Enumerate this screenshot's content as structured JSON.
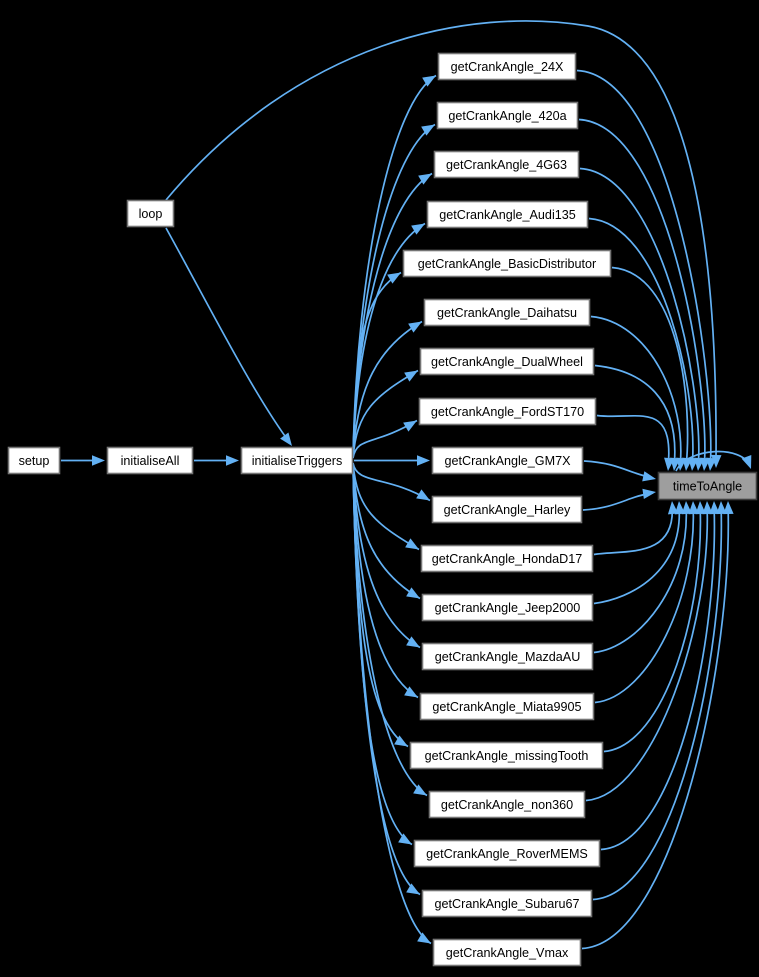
{
  "graph": {
    "kind": "doxygen-call-graph",
    "colors": {
      "background": "#000000",
      "edge": "#63B1F4",
      "node_fill": "#FFFFFF",
      "node_border": "#747474",
      "current_fill": "#9E9E9E",
      "current_border": "#3F3F3F",
      "text": "#000000"
    },
    "nodes": [
      {
        "id": "setup",
        "label": "setup",
        "kind": "normal"
      },
      {
        "id": "loop",
        "label": "loop",
        "kind": "normal"
      },
      {
        "id": "initialiseAll",
        "label": "initialiseAll",
        "kind": "normal"
      },
      {
        "id": "initialiseTriggers",
        "label": "initialiseTriggers",
        "kind": "normal"
      },
      {
        "id": "getCrankAngle_24X",
        "label": "getCrankAngle_24X",
        "kind": "normal"
      },
      {
        "id": "getCrankAngle_420a",
        "label": "getCrankAngle_420a",
        "kind": "normal"
      },
      {
        "id": "getCrankAngle_4G63",
        "label": "getCrankAngle_4G63",
        "kind": "normal"
      },
      {
        "id": "getCrankAngle_Audi135",
        "label": "getCrankAngle_Audi135",
        "kind": "normal"
      },
      {
        "id": "getCrankAngle_BasicDistributor",
        "label": "getCrankAngle_BasicDistributor",
        "kind": "normal"
      },
      {
        "id": "getCrankAngle_Daihatsu",
        "label": "getCrankAngle_Daihatsu",
        "kind": "normal"
      },
      {
        "id": "getCrankAngle_DualWheel",
        "label": "getCrankAngle_DualWheel",
        "kind": "normal"
      },
      {
        "id": "getCrankAngle_FordST170",
        "label": "getCrankAngle_FordST170",
        "kind": "normal"
      },
      {
        "id": "getCrankAngle_GM7X",
        "label": "getCrankAngle_GM7X",
        "kind": "normal"
      },
      {
        "id": "getCrankAngle_Harley",
        "label": "getCrankAngle_Harley",
        "kind": "normal"
      },
      {
        "id": "getCrankAngle_HondaD17",
        "label": "getCrankAngle_HondaD17",
        "kind": "normal"
      },
      {
        "id": "getCrankAngle_Jeep2000",
        "label": "getCrankAngle_Jeep2000",
        "kind": "normal"
      },
      {
        "id": "getCrankAngle_MazdaAU",
        "label": "getCrankAngle_MazdaAU",
        "kind": "normal"
      },
      {
        "id": "getCrankAngle_Miata9905",
        "label": "getCrankAngle_Miata9905",
        "kind": "normal"
      },
      {
        "id": "getCrankAngle_missingTooth",
        "label": "getCrankAngle_missingTooth",
        "kind": "normal"
      },
      {
        "id": "getCrankAngle_non360",
        "label": "getCrankAngle_non360",
        "kind": "normal"
      },
      {
        "id": "getCrankAngle_RoverMEMS",
        "label": "getCrankAngle_RoverMEMS",
        "kind": "normal"
      },
      {
        "id": "getCrankAngle_Subaru67",
        "label": "getCrankAngle_Subaru67",
        "kind": "normal"
      },
      {
        "id": "getCrankAngle_Vmax",
        "label": "getCrankAngle_Vmax",
        "kind": "normal"
      },
      {
        "id": "timeToAngle",
        "label": "timeToAngle",
        "kind": "current"
      }
    ],
    "edges": [
      [
        "setup",
        "initialiseAll"
      ],
      [
        "initialiseAll",
        "initialiseTriggers"
      ],
      [
        "loop",
        "initialiseTriggers"
      ],
      [
        "loop",
        "timeToAngle"
      ],
      [
        "initialiseTriggers",
        "getCrankAngle_24X"
      ],
      [
        "initialiseTriggers",
        "getCrankAngle_420a"
      ],
      [
        "initialiseTriggers",
        "getCrankAngle_4G63"
      ],
      [
        "initialiseTriggers",
        "getCrankAngle_Audi135"
      ],
      [
        "initialiseTriggers",
        "getCrankAngle_BasicDistributor"
      ],
      [
        "initialiseTriggers",
        "getCrankAngle_Daihatsu"
      ],
      [
        "initialiseTriggers",
        "getCrankAngle_DualWheel"
      ],
      [
        "initialiseTriggers",
        "getCrankAngle_FordST170"
      ],
      [
        "initialiseTriggers",
        "getCrankAngle_GM7X"
      ],
      [
        "initialiseTriggers",
        "getCrankAngle_Harley"
      ],
      [
        "initialiseTriggers",
        "getCrankAngle_HondaD17"
      ],
      [
        "initialiseTriggers",
        "getCrankAngle_Jeep2000"
      ],
      [
        "initialiseTriggers",
        "getCrankAngle_MazdaAU"
      ],
      [
        "initialiseTriggers",
        "getCrankAngle_Miata9905"
      ],
      [
        "initialiseTriggers",
        "getCrankAngle_missingTooth"
      ],
      [
        "initialiseTriggers",
        "getCrankAngle_non360"
      ],
      [
        "initialiseTriggers",
        "getCrankAngle_RoverMEMS"
      ],
      [
        "initialiseTriggers",
        "getCrankAngle_Subaru67"
      ],
      [
        "initialiseTriggers",
        "getCrankAngle_Vmax"
      ],
      [
        "getCrankAngle_24X",
        "timeToAngle"
      ],
      [
        "getCrankAngle_420a",
        "timeToAngle"
      ],
      [
        "getCrankAngle_4G63",
        "timeToAngle"
      ],
      [
        "getCrankAngle_Audi135",
        "timeToAngle"
      ],
      [
        "getCrankAngle_BasicDistributor",
        "timeToAngle"
      ],
      [
        "getCrankAngle_Daihatsu",
        "timeToAngle"
      ],
      [
        "getCrankAngle_DualWheel",
        "timeToAngle"
      ],
      [
        "getCrankAngle_FordST170",
        "timeToAngle"
      ],
      [
        "getCrankAngle_GM7X",
        "timeToAngle"
      ],
      [
        "getCrankAngle_Harley",
        "timeToAngle"
      ],
      [
        "getCrankAngle_HondaD17",
        "timeToAngle"
      ],
      [
        "getCrankAngle_Jeep2000",
        "timeToAngle"
      ],
      [
        "getCrankAngle_MazdaAU",
        "timeToAngle"
      ],
      [
        "getCrankAngle_Miata9905",
        "timeToAngle"
      ],
      [
        "getCrankAngle_missingTooth",
        "timeToAngle"
      ],
      [
        "getCrankAngle_non360",
        "timeToAngle"
      ],
      [
        "getCrankAngle_RoverMEMS",
        "timeToAngle"
      ],
      [
        "getCrankAngle_Subaru67",
        "timeToAngle"
      ],
      [
        "getCrankAngle_Vmax",
        "timeToAngle"
      ],
      [
        "timeToAngle",
        "timeToAngle"
      ]
    ]
  }
}
